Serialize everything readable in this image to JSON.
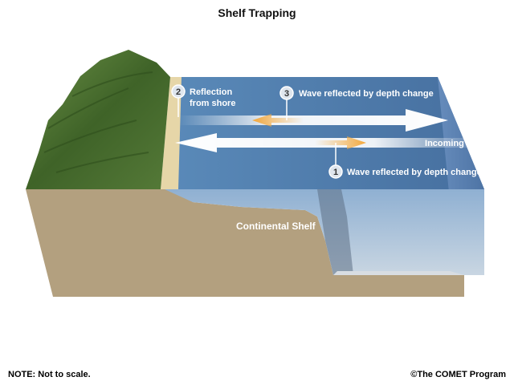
{
  "title": "Shelf Trapping",
  "labels": {
    "step1_number": "1",
    "step1_text": "Wave reflected by depth change",
    "step2_number": "2",
    "step2_line1": "Reflection",
    "step2_line2": "from shore",
    "step3_number": "3",
    "step3_text": "Wave reflected by depth change",
    "incoming": "Incoming waves",
    "shelf": "Continental Shelf"
  },
  "footer": {
    "note": "NOTE: Not to scale.",
    "credit": "©The COMET Program"
  },
  "colors": {
    "water": "#4d7bb0",
    "land": "#b3a07f",
    "vegetation": "#4a6e30",
    "arrow_white": "#ffffff",
    "arrow_orange": "#f5b04a"
  }
}
